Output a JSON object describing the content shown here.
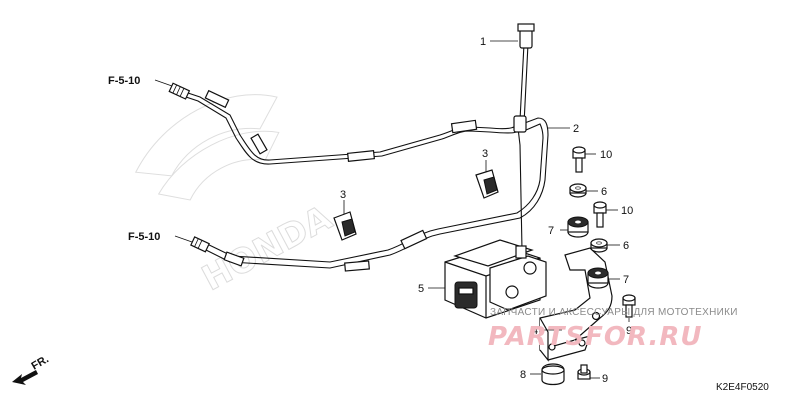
{
  "diagram": {
    "callouts": {
      "p1": "1",
      "p2": "2",
      "p3a": "3",
      "p3b": "3",
      "p4": "4",
      "p5": "5",
      "p6a": "6",
      "p6b": "6",
      "p7a": "7",
      "p7b": "7",
      "p8": "8",
      "p9a": "9",
      "p9b": "9",
      "p10a": "10",
      "p10b": "10"
    },
    "refs": {
      "upper": "F-5-10",
      "lower": "F-5-10"
    },
    "direction_label": "FR.",
    "diagram_code": "K2E4F0520",
    "watermark": {
      "brand": "PARTSFOR.RU",
      "brand_color": "#f2b8bf",
      "tagline": "ЗАПЧАСТИ И АКСЕССУАРЫ ДЛЯ МОТОТЕХНИКИ",
      "honda": "HONDA"
    }
  }
}
